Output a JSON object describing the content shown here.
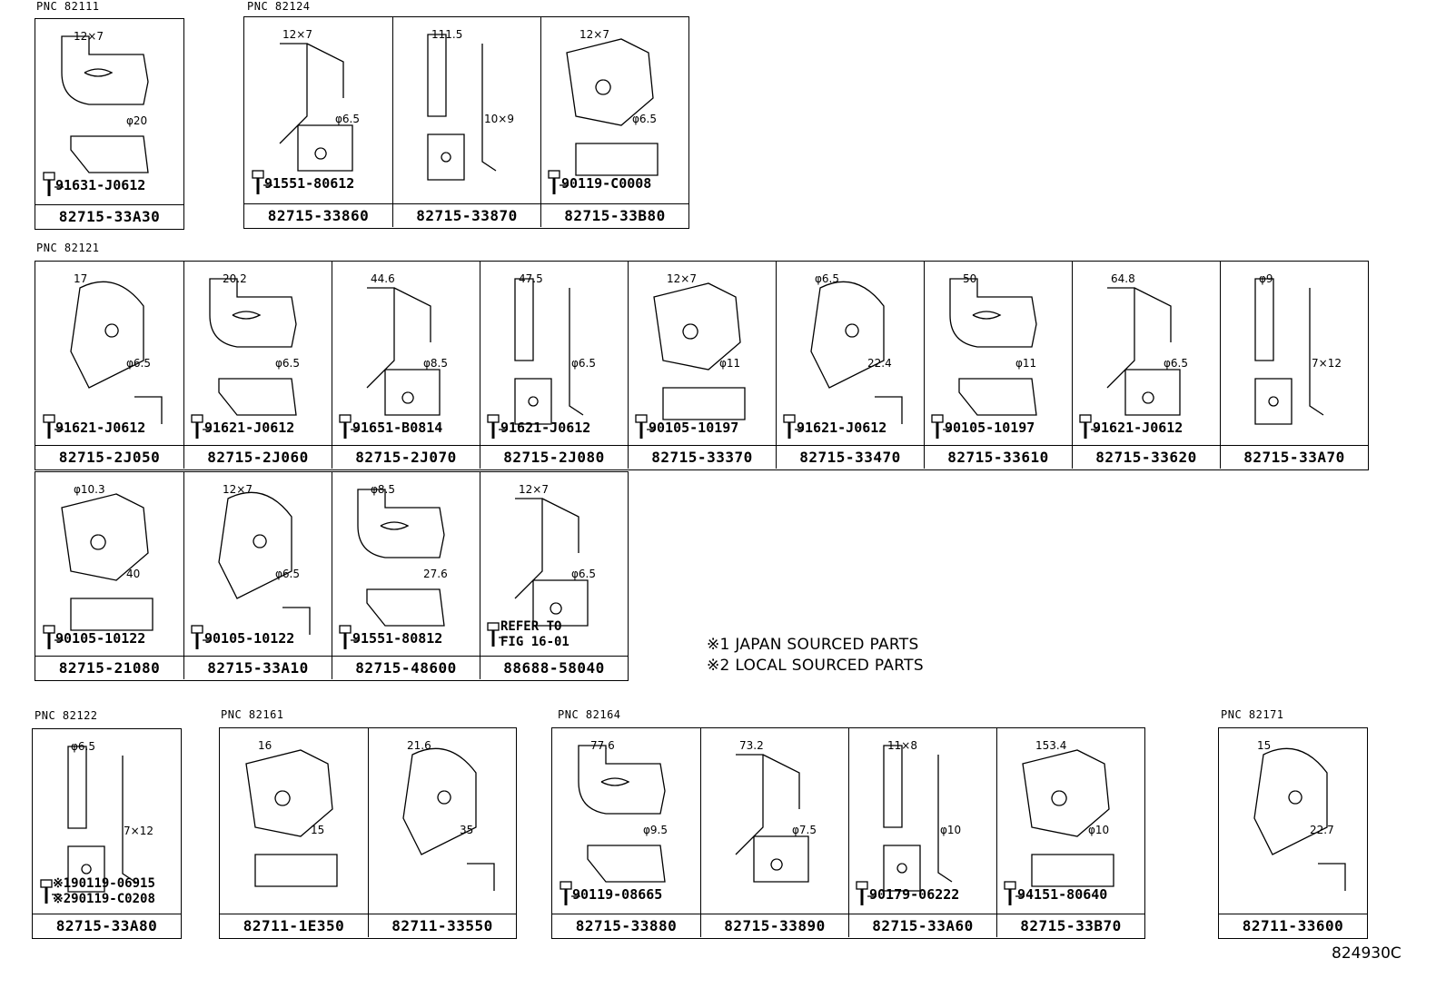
{
  "groups": [
    {
      "pnc": "PNC 82111",
      "cells": [
        {
          "part": "82715-33A30",
          "fastener": "91631-J0612",
          "dims": [
            "12×7",
            "φ20"
          ]
        }
      ]
    },
    {
      "pnc": "PNC 82124",
      "cells": [
        {
          "part": "82715-33860",
          "fastener": "91551-80612",
          "dims": [
            "12×7",
            "φ6.5"
          ]
        },
        {
          "part": "82715-33870",
          "fastener": "",
          "dims": [
            "111.5",
            "10×9"
          ]
        },
        {
          "part": "82715-33B80",
          "fastener": "90119-C0008",
          "dims": [
            "12×7",
            "φ6.5"
          ]
        }
      ]
    },
    {
      "pnc": "PNC 82121",
      "cells": [
        {
          "part": "82715-2J050",
          "fastener": "91621-J0612",
          "dims": [
            "17",
            "φ6.5"
          ]
        },
        {
          "part": "82715-2J060",
          "fastener": "91621-J0612",
          "dims": [
            "20.2",
            "φ6.5"
          ]
        },
        {
          "part": "82715-2J070",
          "fastener": "91651-B0814",
          "dims": [
            "44.6",
            "φ8.5"
          ]
        },
        {
          "part": "82715-2J080",
          "fastener": "91621-J0612",
          "dims": [
            "47.5",
            "φ6.5"
          ]
        },
        {
          "part": "82715-33370",
          "fastener": "90105-10197",
          "dims": [
            "12×7",
            "φ11"
          ]
        },
        {
          "part": "82715-33470",
          "fastener": "91621-J0612",
          "dims": [
            "φ6.5",
            "22.4"
          ]
        },
        {
          "part": "82715-33610",
          "fastener": "90105-10197",
          "dims": [
            "50",
            "φ11"
          ]
        },
        {
          "part": "82715-33620",
          "fastener": "91621-J0612",
          "dims": [
            "64.8",
            "φ6.5"
          ]
        },
        {
          "part": "82715-33A70",
          "fastener": "",
          "dims": [
            "φ9",
            "7×12"
          ]
        },
        {
          "part": "82715-21080",
          "fastener": "90105-10122",
          "dims": [
            "φ10.3",
            "40"
          ]
        },
        {
          "part": "82715-33A10",
          "fastener": "90105-10122",
          "dims": [
            "12×7",
            "φ6.5"
          ]
        },
        {
          "part": "82715-48600",
          "fastener": "91551-80812",
          "dims": [
            "φ8.5",
            "27.6"
          ]
        },
        {
          "part": "88688-58040",
          "fastener": "REFER TO\nFIG 16-01",
          "dims": [
            "12×7",
            "φ6.5"
          ]
        }
      ]
    },
    {
      "pnc": "PNC 82122",
      "cells": [
        {
          "part": "82715-33A80",
          "fastener": "※190119-06915\n※290119-C0208",
          "dims": [
            "φ6.5",
            "7×12"
          ]
        }
      ]
    },
    {
      "pnc": "PNC 82161",
      "cells": [
        {
          "part": "82711-1E350",
          "fastener": "",
          "dims": [
            "16",
            "15"
          ]
        },
        {
          "part": "82711-33550",
          "fastener": "",
          "dims": [
            "21.6",
            "35"
          ]
        }
      ]
    },
    {
      "pnc": "PNC 82164",
      "cells": [
        {
          "part": "82715-33880",
          "fastener": "90119-08665",
          "dims": [
            "77.6",
            "φ9.5"
          ]
        },
        {
          "part": "82715-33890",
          "fastener": "",
          "dims": [
            "73.2",
            "φ7.5"
          ]
        },
        {
          "part": "82715-33A60",
          "fastener": "90179-06222",
          "dims": [
            "11×8",
            "φ10"
          ]
        },
        {
          "part": "82715-33B70",
          "fastener": "94151-80640",
          "dims": [
            "153.4",
            "φ10"
          ]
        }
      ]
    },
    {
      "pnc": "PNC 82171",
      "cells": [
        {
          "part": "82711-33600",
          "fastener": "",
          "dims": [
            "15",
            "22.7"
          ]
        }
      ]
    }
  ],
  "notes": [
    "※1 JAPAN SOURCED PARTS",
    "※2 LOCAL SOURCED PARTS"
  ],
  "figure_code": "824930C"
}
